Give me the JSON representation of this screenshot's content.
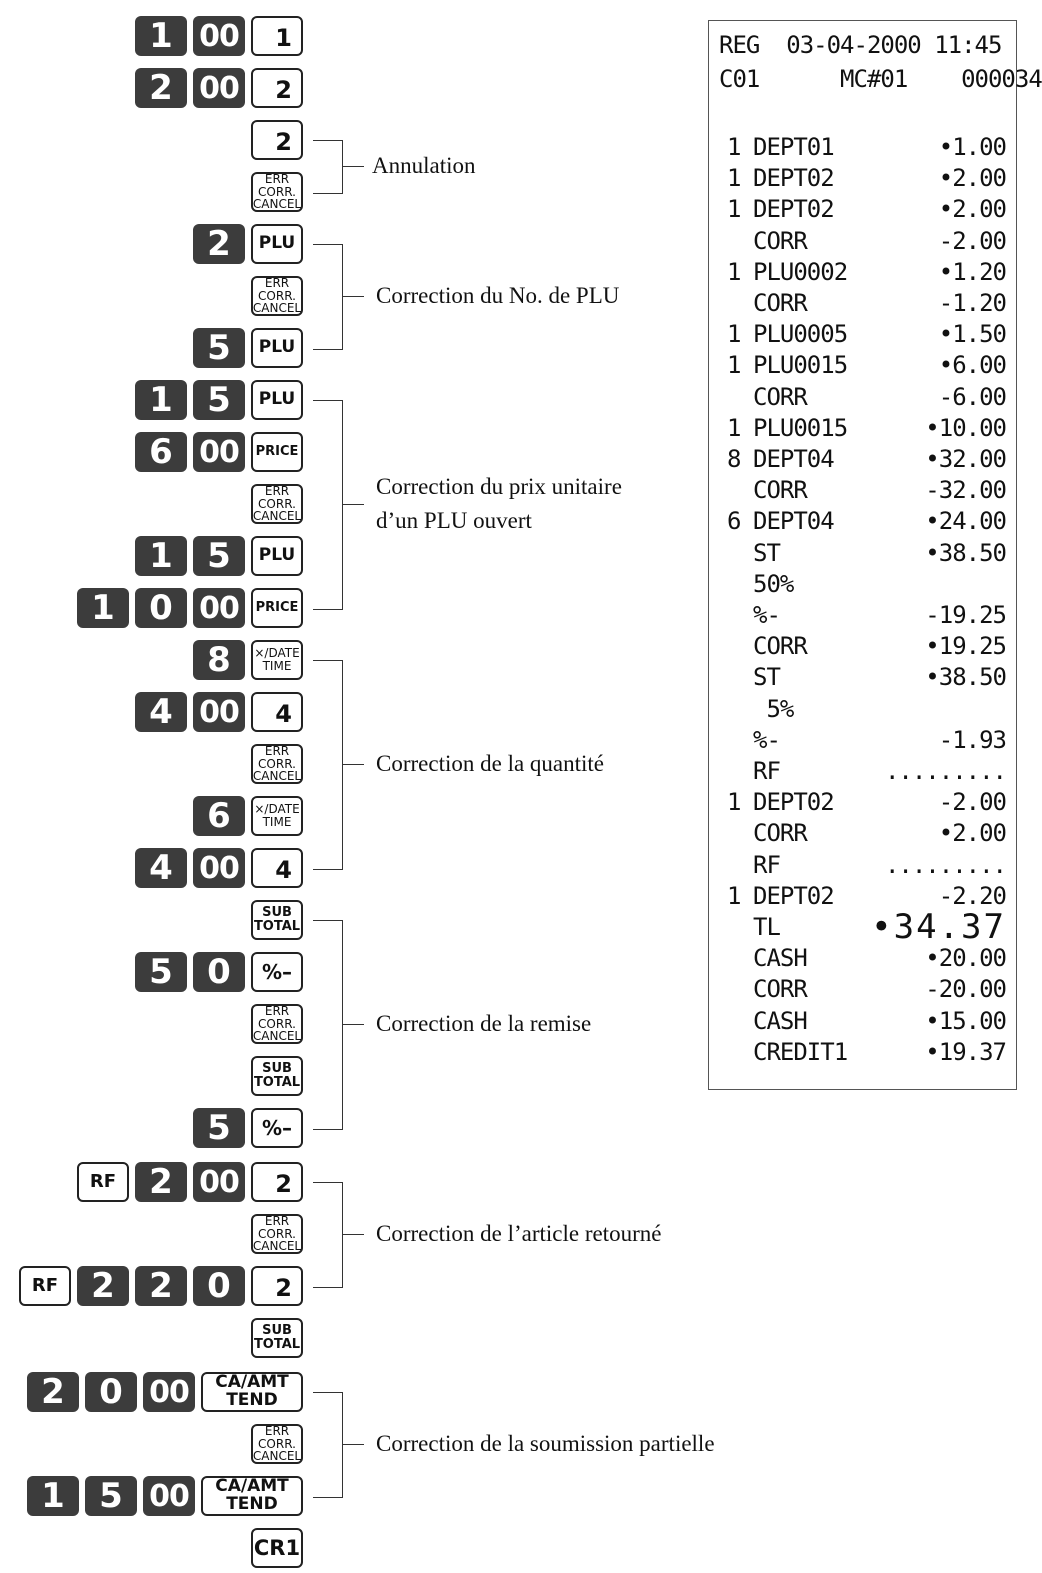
{
  "sequences": [
    {
      "keys": [
        {
          "t": "1"
        },
        {
          "t": "00"
        },
        {
          "t": "1",
          "f": "dept"
        }
      ]
    },
    {
      "keys": [
        {
          "t": "2"
        },
        {
          "t": "00"
        },
        {
          "t": "2",
          "f": "dept"
        }
      ]
    },
    {
      "keys": [
        {
          "t": "2",
          "f": "dept"
        }
      ]
    },
    {
      "keys": [
        {
          "t": "ERR CORR.\nCANCEL",
          "f": "small2"
        }
      ]
    },
    {
      "keys": [
        {
          "t": "2"
        },
        {
          "t": "PLU",
          "f": "fn"
        }
      ]
    },
    {
      "keys": [
        {
          "t": "ERR CORR.\nCANCEL",
          "f": "small2"
        }
      ]
    },
    {
      "keys": [
        {
          "t": "5"
        },
        {
          "t": "PLU",
          "f": "fn"
        }
      ]
    },
    {
      "keys": [
        {
          "t": "1"
        },
        {
          "t": "5"
        },
        {
          "t": "PLU",
          "f": "fn"
        }
      ]
    },
    {
      "keys": [
        {
          "t": "6"
        },
        {
          "t": "00"
        },
        {
          "t": "PRICE",
          "f": "small3"
        }
      ]
    },
    {
      "keys": [
        {
          "t": "ERR CORR.\nCANCEL",
          "f": "small2"
        }
      ]
    },
    {
      "keys": [
        {
          "t": "1"
        },
        {
          "t": "5"
        },
        {
          "t": "PLU",
          "f": "fn"
        }
      ]
    },
    {
      "keys": [
        {
          "t": "1"
        },
        {
          "t": "0"
        },
        {
          "t": "00"
        },
        {
          "t": "PRICE",
          "f": "small3"
        }
      ]
    },
    {
      "keys": [
        {
          "t": "8"
        },
        {
          "t": "×/DATE TIME",
          "f": "small2"
        }
      ]
    },
    {
      "keys": [
        {
          "t": "4"
        },
        {
          "t": "00"
        },
        {
          "t": "4",
          "f": "dept"
        }
      ]
    },
    {
      "keys": [
        {
          "t": "ERR CORR.\nCANCEL",
          "f": "small2"
        }
      ]
    },
    {
      "keys": [
        {
          "t": "6"
        },
        {
          "t": "×/DATE TIME",
          "f": "small2"
        }
      ]
    },
    {
      "keys": [
        {
          "t": "4"
        },
        {
          "t": "00"
        },
        {
          "t": "4",
          "f": "dept"
        }
      ]
    },
    {
      "keys": [
        {
          "t": "SUB\nTOTAL",
          "f": "small3"
        }
      ]
    },
    {
      "keys": [
        {
          "t": "5"
        },
        {
          "t": "0"
        },
        {
          "t": "%–",
          "f": "pct"
        }
      ]
    },
    {
      "keys": [
        {
          "t": "ERR CORR.\nCANCEL",
          "f": "small2"
        }
      ]
    },
    {
      "keys": [
        {
          "t": "SUB\nTOTAL",
          "f": "small3"
        }
      ]
    },
    {
      "keys": [
        {
          "t": "5"
        },
        {
          "t": "%–",
          "f": "pct"
        }
      ]
    },
    {
      "keys": [
        {
          "t": "RF",
          "f": "rf"
        },
        {
          "t": "2"
        },
        {
          "t": "00"
        },
        {
          "t": "2",
          "f": "dept"
        }
      ]
    },
    {
      "keys": [
        {
          "t": "ERR CORR.\nCANCEL",
          "f": "small2"
        }
      ]
    },
    {
      "keys": [
        {
          "t": "RF",
          "f": "rf"
        },
        {
          "t": "2"
        },
        {
          "t": "2"
        },
        {
          "t": "0"
        },
        {
          "t": "2",
          "f": "dept"
        }
      ]
    },
    {
      "keys": [
        {
          "t": "SUB\nTOTAL",
          "f": "small3"
        }
      ]
    },
    {
      "keys": [
        {
          "t": "2"
        },
        {
          "t": "0"
        },
        {
          "t": "00"
        },
        {
          "t": "CA/AMT\nTEND",
          "f": "wide"
        }
      ]
    },
    {
      "keys": [
        {
          "t": "ERR CORR.\nCANCEL",
          "f": "small2"
        }
      ]
    },
    {
      "keys": [
        {
          "t": "1"
        },
        {
          "t": "5"
        },
        {
          "t": "00"
        },
        {
          "t": "CA/AMT\nTEND",
          "f": "wide"
        }
      ]
    },
    {
      "keys": [
        {
          "t": "CR1",
          "f": "cr"
        }
      ]
    }
  ],
  "groups": [
    {
      "label": "Annulation"
    },
    {
      "label": "Correction du No. de PLU"
    },
    {
      "label": "Correction du prix unitaire\nd’un PLU ouvert"
    },
    {
      "label": "Correction de la quantité"
    },
    {
      "label": "Correction de la remise"
    },
    {
      "label": "Correction de l’article retourné"
    },
    {
      "label": "Correction de la soumission partielle"
    }
  ],
  "receipt": {
    "header1": "REG  03-04-2000 11:45",
    "header2": "C01      MC#01    000034",
    "lines": [
      {
        "q": "1",
        "n": "DEPT01",
        "a": "•1.00"
      },
      {
        "q": "1",
        "n": "DEPT02",
        "a": "•2.00"
      },
      {
        "q": "1",
        "n": "DEPT02",
        "a": "•2.00"
      },
      {
        "q": "",
        "n": "CORR",
        "a": "-2.00"
      },
      {
        "q": "1",
        "n": "PLU0002",
        "a": "•1.20"
      },
      {
        "q": "",
        "n": "CORR",
        "a": "-1.20"
      },
      {
        "q": "1",
        "n": "PLU0005",
        "a": "•1.50"
      },
      {
        "q": "1",
        "n": "PLU0015",
        "a": "•6.00"
      },
      {
        "q": "",
        "n": "CORR",
        "a": "-6.00"
      },
      {
        "q": "1",
        "n": "PLU0015",
        "a": "•10.00"
      },
      {
        "q": "8",
        "n": "DEPT04",
        "a": "•32.00"
      },
      {
        "q": "",
        "n": "CORR",
        "a": "-32.00"
      },
      {
        "q": "6",
        "n": "DEPT04",
        "a": "•24.00"
      },
      {
        "q": "",
        "n": "ST",
        "a": "•38.50"
      },
      {
        "q": "",
        "n": "50%",
        "a": ""
      },
      {
        "q": "",
        "n": "%-",
        "a": "-19.25"
      },
      {
        "q": "",
        "n": "CORR",
        "a": "•19.25"
      },
      {
        "q": "",
        "n": "ST",
        "a": "•38.50"
      },
      {
        "q": "",
        "n": " 5%",
        "a": ""
      },
      {
        "q": "",
        "n": "%-",
        "a": "-1.93"
      },
      {
        "q": "",
        "n": "RF",
        "a": "........."
      },
      {
        "q": "1",
        "n": "DEPT02",
        "a": "-2.00"
      },
      {
        "q": "",
        "n": "CORR",
        "a": "•2.00"
      },
      {
        "q": "",
        "n": "RF",
        "a": "........."
      },
      {
        "q": "1",
        "n": "DEPT02",
        "a": "-2.20"
      },
      {
        "q": "",
        "n": "TL",
        "a": "•34.37",
        "big": true
      },
      {
        "q": "",
        "n": "CASH",
        "a": "•20.00"
      },
      {
        "q": "",
        "n": "CORR",
        "a": "-20.00"
      },
      {
        "q": "",
        "n": "CASH",
        "a": "•15.00"
      },
      {
        "q": "",
        "n": "CREDIT1",
        "a": "•19.37"
      }
    ]
  }
}
